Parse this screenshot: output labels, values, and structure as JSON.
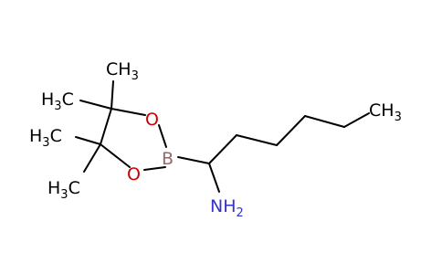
{
  "molecule": {
    "bond_color": "#000000",
    "boron_color": "#996666",
    "nitrogen_color": "#3333cc",
    "oxygen_color": "#cc0000",
    "atoms": {
      "ch3_top_main": "CH",
      "ch3_top_sub": "3",
      "h3c_upper_main": "H",
      "h3c_upper_sub": "3",
      "h3c_upper_c": "C",
      "h3c_mid_main": "H",
      "h3c_mid_sub": "3",
      "h3c_mid_c": "C",
      "h3c_low_main": "H",
      "h3c_low_sub": "3",
      "h3c_low_c": "C",
      "oxygen_top": "O",
      "oxygen_bottom": "O",
      "boron": "B",
      "amine_main": "NH",
      "amine_sub": "2",
      "ch3_right_main": "CH",
      "ch3_right_sub": "3"
    }
  }
}
